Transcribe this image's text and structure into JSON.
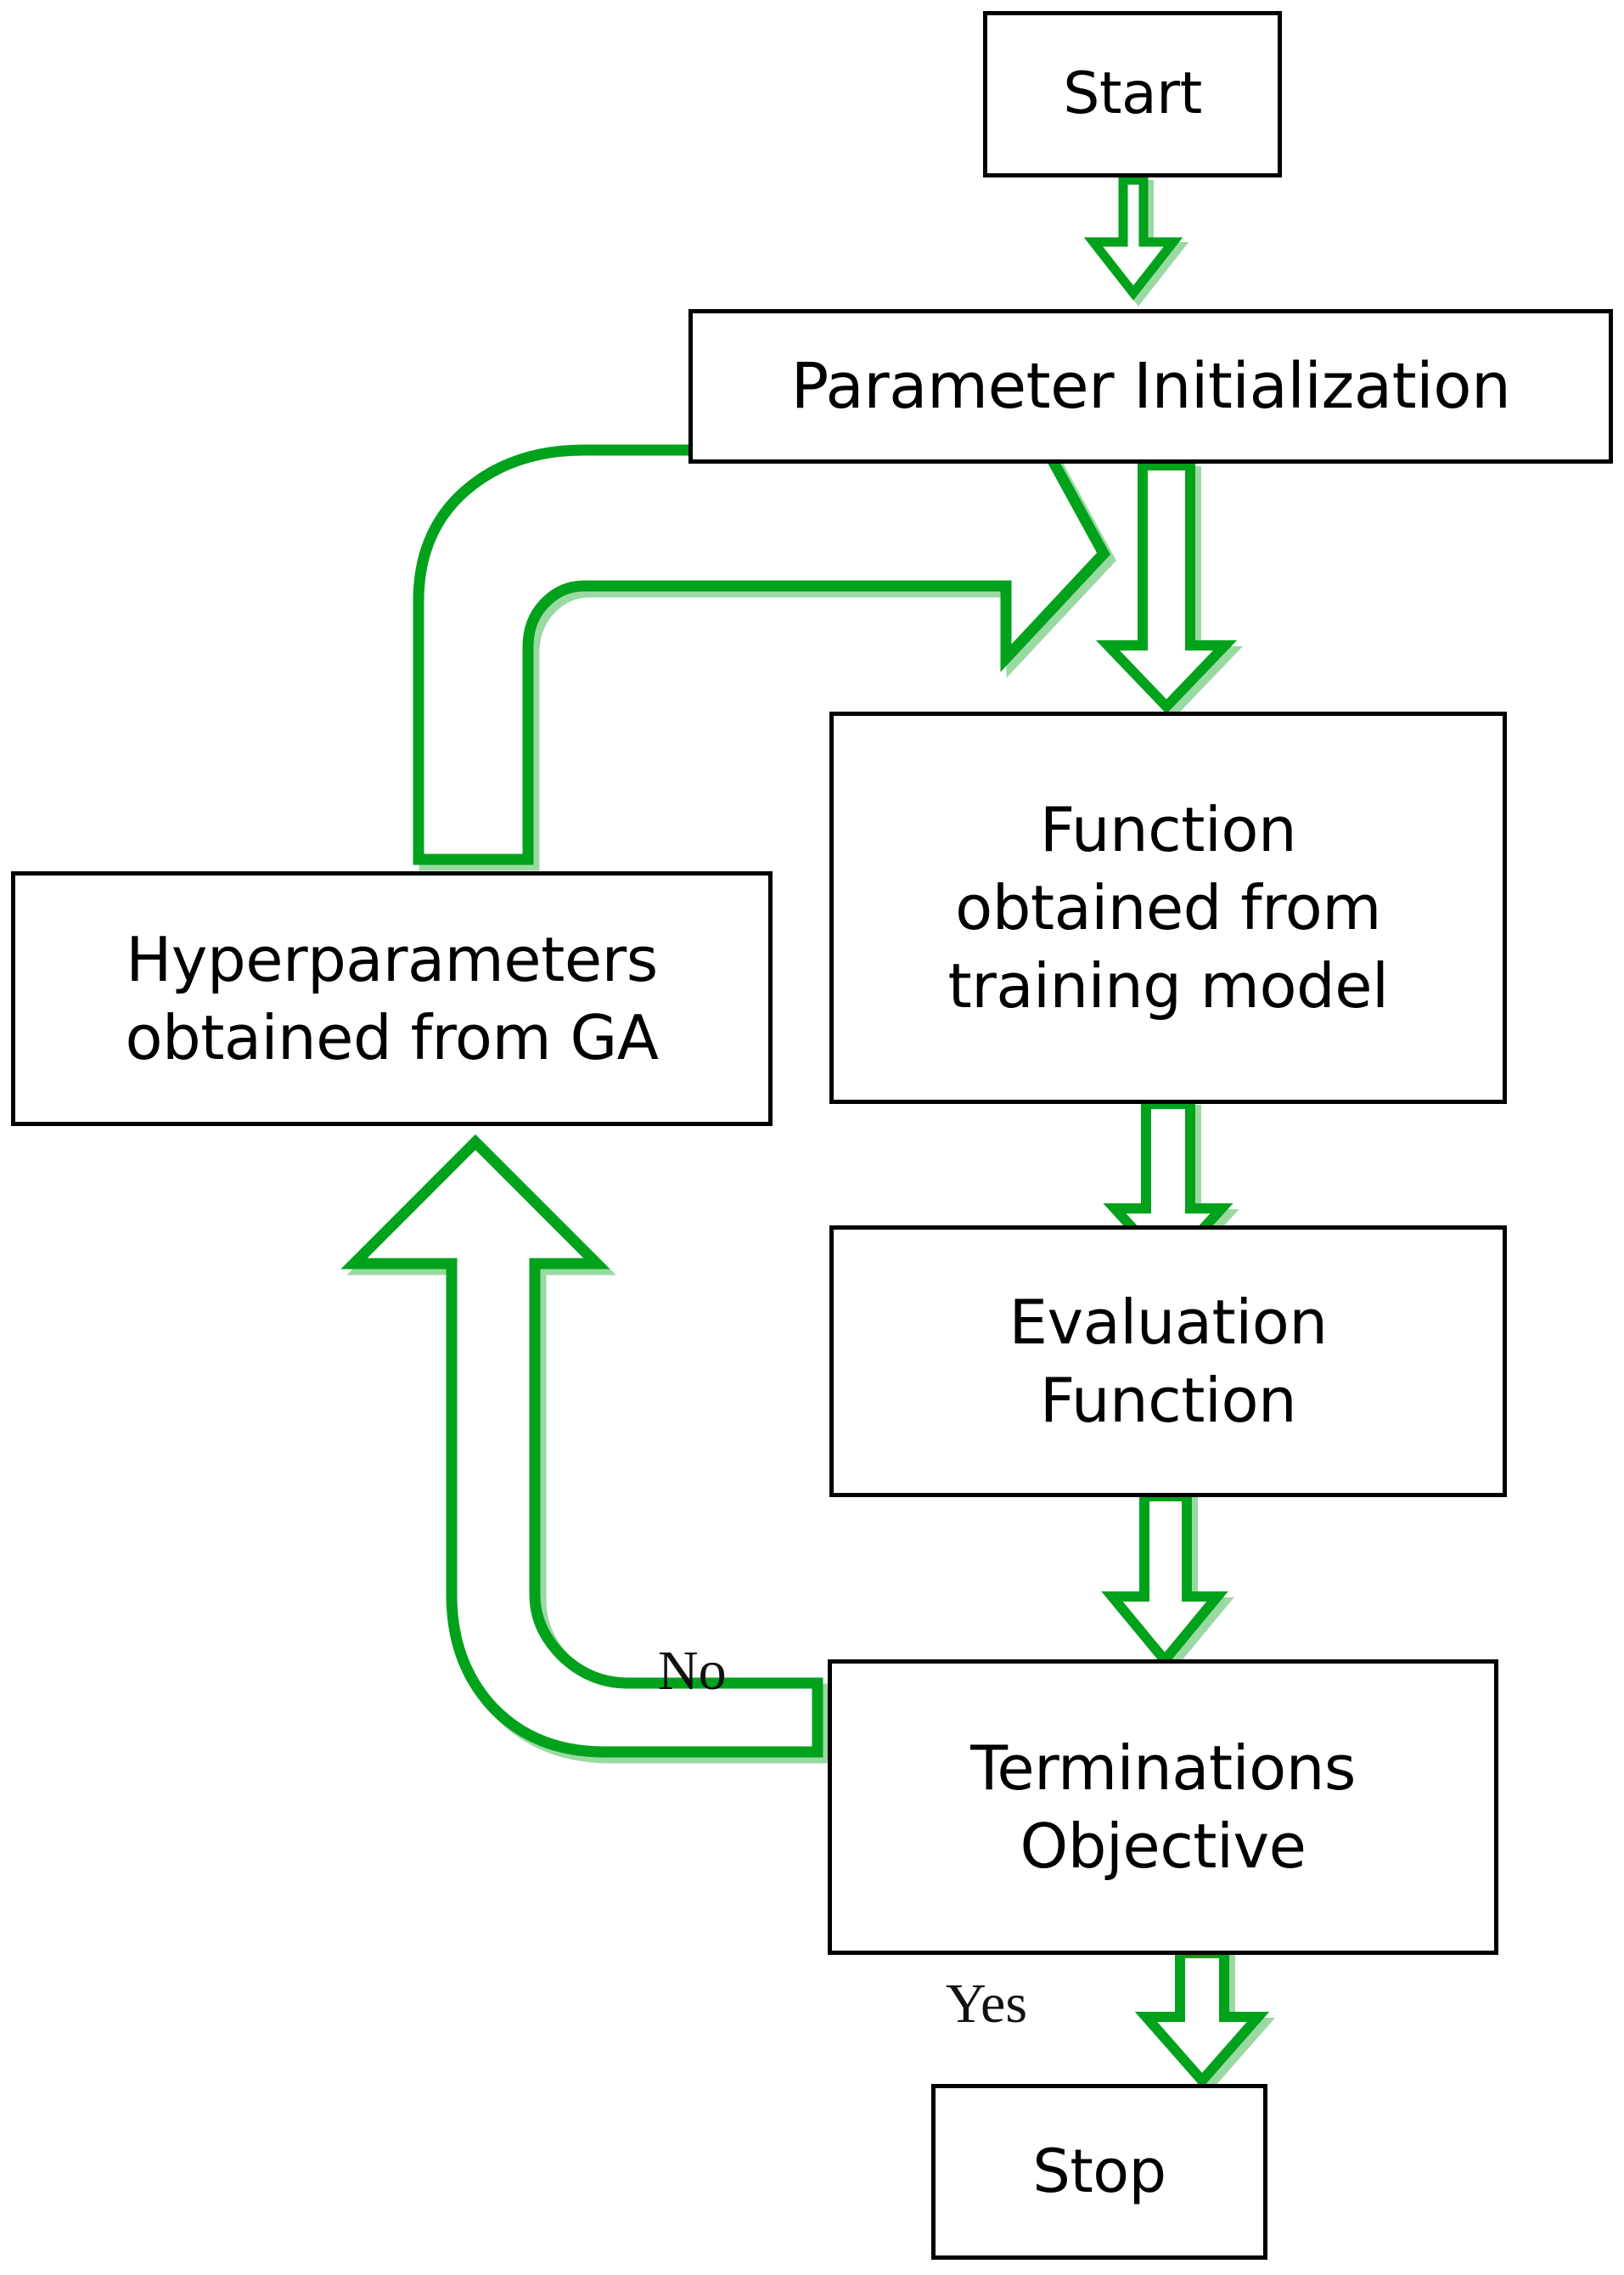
{
  "diagram": {
    "title": "Genetic Algorithm Hyperparameter Optimization Flowchart",
    "colors": {
      "arrow_stroke": "#00A21C",
      "arrow_shadow": "#9BD9A3",
      "box_border": "#000000",
      "box_fill": "#FFFFFF",
      "text": "#000000",
      "label_text": "#111111"
    },
    "nodes": [
      {
        "id": "start",
        "label": "Start"
      },
      {
        "id": "param_init",
        "label": "Parameter Initialization"
      },
      {
        "id": "hyperparams",
        "label": "Hyperparameters\nobtained from GA"
      },
      {
        "id": "function",
        "label": "Function\nobtained from\ntraining model"
      },
      {
        "id": "evaluation",
        "label": "Evaluation\nFunction"
      },
      {
        "id": "termination",
        "label": "Terminations\nObjective"
      },
      {
        "id": "stop",
        "label": "Stop"
      }
    ],
    "edge_labels": [
      {
        "id": "no",
        "label": "No"
      },
      {
        "id": "yes",
        "label": "Yes"
      }
    ],
    "edges": [
      {
        "from": "start",
        "to": "param_init",
        "label": "",
        "style": "block-arrow-down"
      },
      {
        "from": "param_init",
        "to": "function",
        "label": "",
        "style": "block-arrow-down"
      },
      {
        "from": "function",
        "to": "evaluation",
        "label": "",
        "style": "block-arrow-down"
      },
      {
        "from": "evaluation",
        "to": "termination",
        "label": "",
        "style": "block-arrow-down"
      },
      {
        "from": "termination",
        "to": "stop",
        "label": "Yes",
        "style": "block-arrow-down"
      },
      {
        "from": "termination",
        "to": "hyperparams",
        "label": "No",
        "style": "block-arrow-curved-up"
      },
      {
        "from": "hyperparams",
        "to": "param_init",
        "label": "",
        "style": "block-arrow-curved-right"
      }
    ]
  }
}
